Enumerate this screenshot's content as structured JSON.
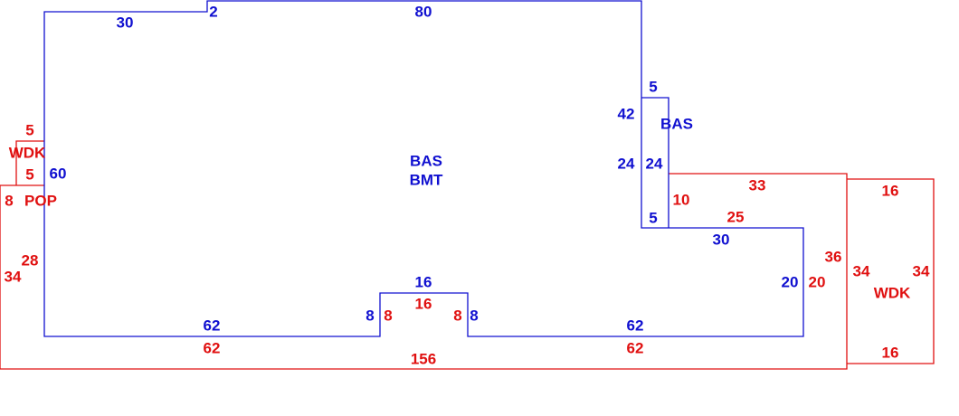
{
  "colors": {
    "main_area": "#1010d0",
    "exterior_area": "#e01010"
  },
  "areas": {
    "main": {
      "code1": "BAS",
      "code2": "BMT"
    },
    "bas_small": {
      "code": "BAS"
    },
    "wdk_left": {
      "code": "WDK"
    },
    "pop": {
      "code": "POP"
    },
    "wdk_right": {
      "code": "WDK"
    }
  },
  "blue_dims": [
    "30",
    "2",
    "80",
    "5",
    "42",
    "24",
    "24",
    "5",
    "30",
    "60",
    "16",
    "8",
    "8",
    "62",
    "62",
    "20"
  ],
  "red_dims": [
    "5",
    "5",
    "8",
    "28",
    "34",
    "33",
    "10",
    "25",
    "20",
    "36",
    "34",
    "34",
    "16",
    "16",
    "16",
    "8",
    "8",
    "62",
    "62",
    "156"
  ]
}
